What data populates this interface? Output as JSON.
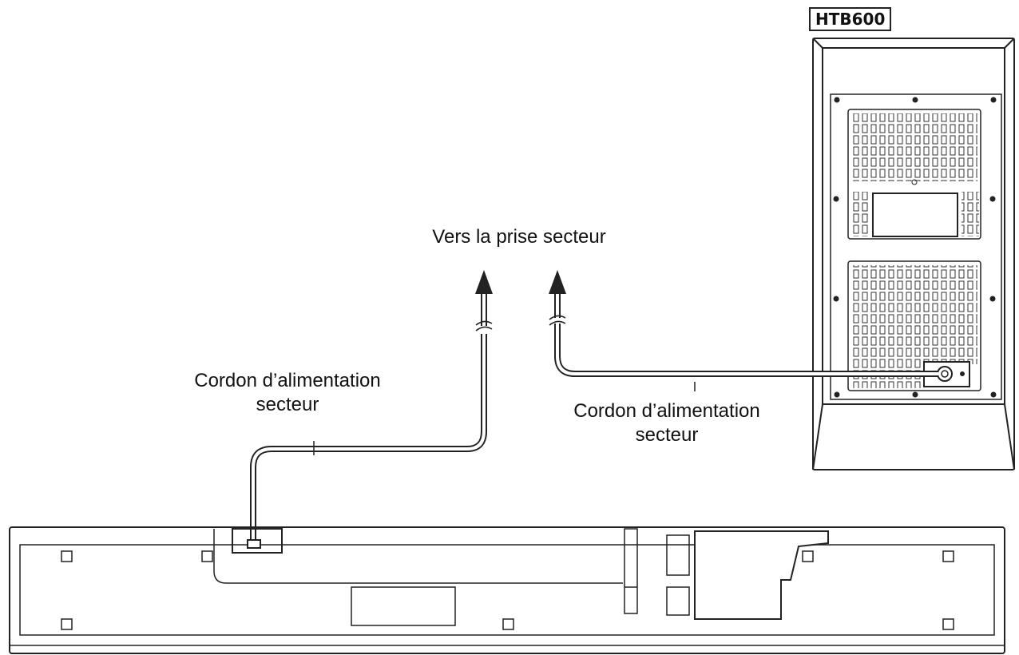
{
  "model_badge": "HTB600",
  "labels": {
    "outlet": "Vers la prise secteur",
    "cord_left": [
      "Cordon d’alimentation",
      "secteur"
    ],
    "cord_right": [
      "Cordon d’alimentation",
      "secteur"
    ]
  },
  "colors": {
    "line": "#222222",
    "background": "#ffffff"
  }
}
